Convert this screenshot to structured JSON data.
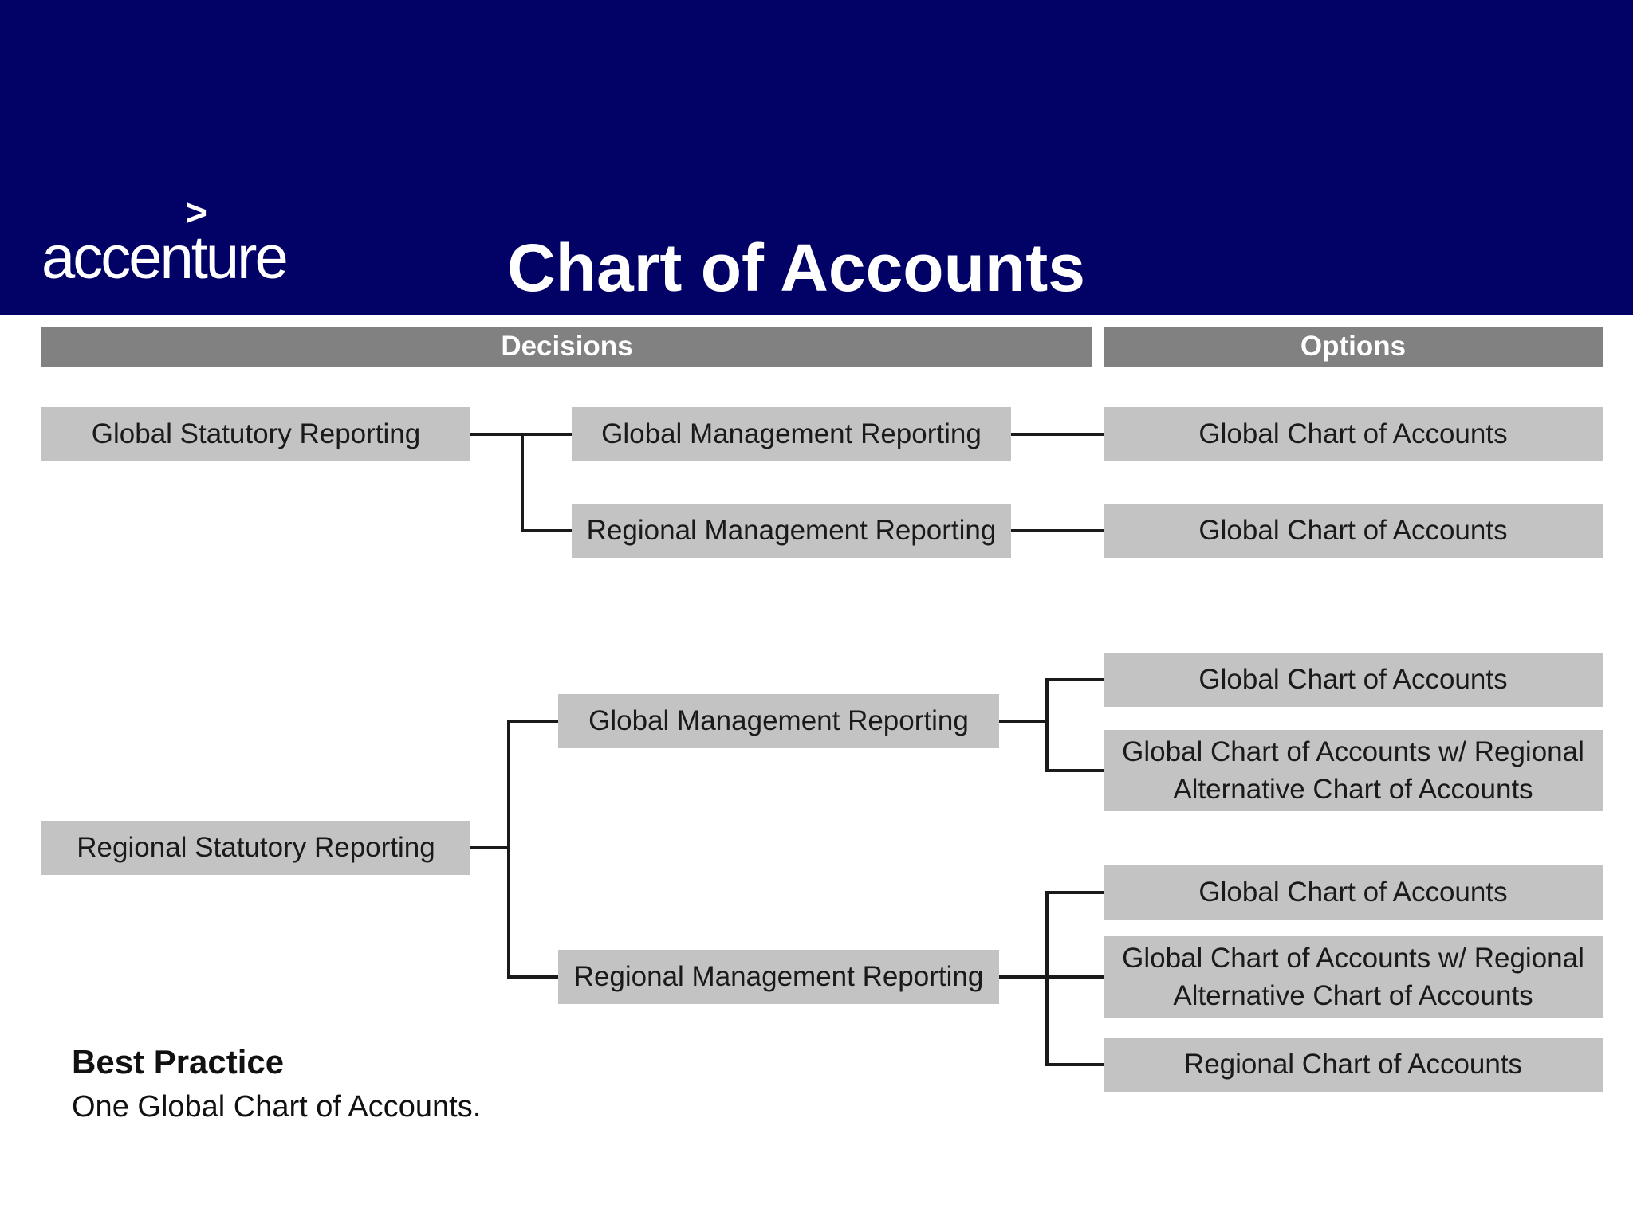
{
  "header": {
    "brand": "accenture",
    "brand_mark": ">",
    "title": "Chart of Accounts"
  },
  "columns": {
    "decisions": "Decisions",
    "options": "Options"
  },
  "tree": {
    "cluster1": {
      "root": "Global Statutory Reporting",
      "branches": [
        {
          "decision": "Global Management Reporting",
          "options": [
            "Global Chart of Accounts"
          ]
        },
        {
          "decision": "Regional Management Reporting",
          "options": [
            "Global Chart of Accounts"
          ]
        }
      ]
    },
    "cluster2": {
      "root": "Regional Statutory Reporting",
      "branches": [
        {
          "decision": "Global Management Reporting",
          "options": [
            "Global Chart of Accounts",
            "Global Chart of Accounts w/ Regional Alternative Chart of Accounts"
          ]
        },
        {
          "decision": "Regional Management Reporting",
          "options": [
            "Global Chart of Accounts",
            "Global Chart of Accounts w/ Regional Alternative Chart of Accounts",
            "Regional Chart of Accounts"
          ]
        }
      ]
    }
  },
  "footer": {
    "heading": "Best Practice",
    "note": "One Global Chart of Accounts."
  },
  "colors": {
    "header_navy": "#020266",
    "column_bar_gray": "#818181",
    "node_gray": "#C3C3C3",
    "connector_black": "#1A1A1A",
    "text_white": "#FFFFFF",
    "text_black": "#111111"
  }
}
